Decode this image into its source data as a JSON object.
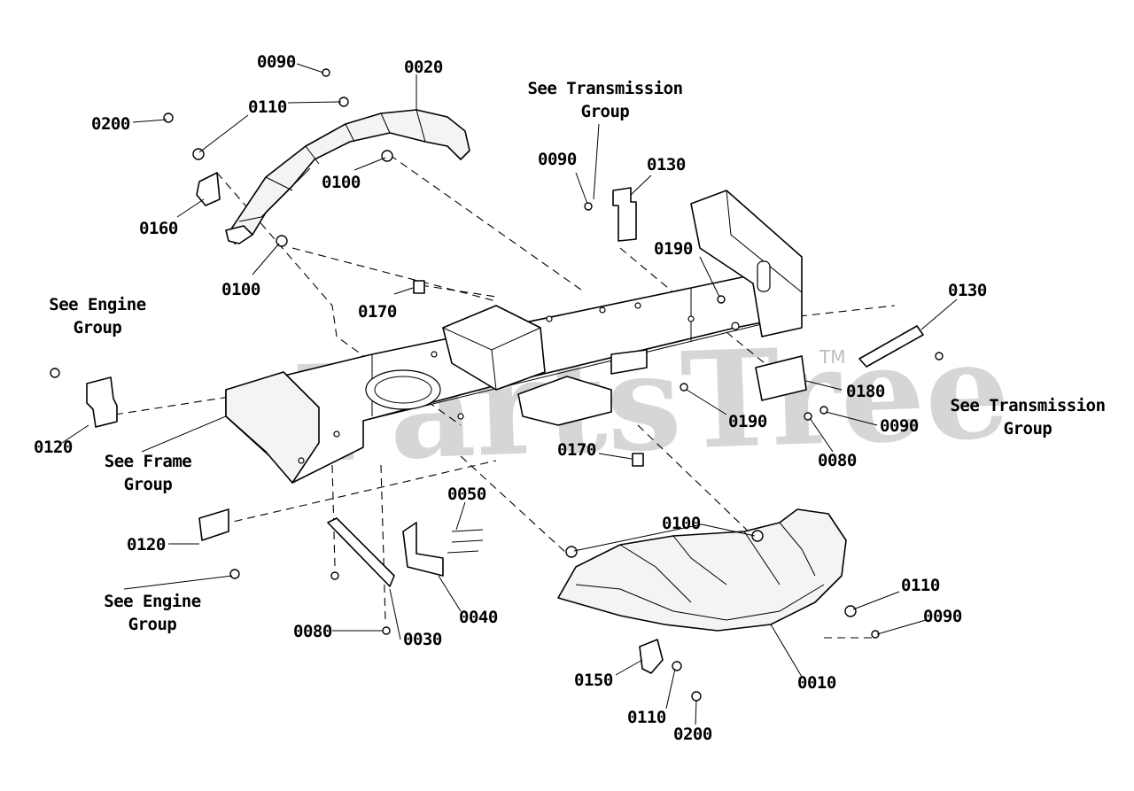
{
  "watermark": {
    "brand": "PartsTree",
    "trademark": "TM"
  },
  "callouts": {
    "c0090_top": "0090",
    "c0020": "0020",
    "c0110_top": "0110",
    "c0200_top": "0200",
    "c0100_top": "0100",
    "c0160": "0160",
    "c0100_left": "0100",
    "c0170_mid": "0170",
    "c0090_right": "0090",
    "c0130_top": "0130",
    "c0190_top": "0190",
    "c0130_right": "0130",
    "c0120_top": "0120",
    "c0180": "0180",
    "c0190_mid": "0190",
    "c0090_mid": "0090",
    "c0080_right": "0080",
    "c0170_low": "0170",
    "c0050": "0050",
    "c0120_low": "0120",
    "c0100_low": "0100",
    "c0110_right": "0110",
    "c0090_low": "0090",
    "c0040": "0040",
    "c0080_low": "0080",
    "c0030": "0030",
    "c0150": "0150",
    "c0010": "0010",
    "c0110_low": "0110",
    "c0200_low": "0200"
  },
  "notes": {
    "engine_top_l1": "See Engine",
    "engine_top_l2": "Group",
    "frame_l1": "See Frame",
    "frame_l2": "Group",
    "engine_low_l1": "See Engine",
    "engine_low_l2": "Group",
    "trans_top_l1": "See Transmission",
    "trans_top_l2": "Group",
    "trans_right_l1": "See Transmission",
    "trans_right_l2": "Group"
  }
}
